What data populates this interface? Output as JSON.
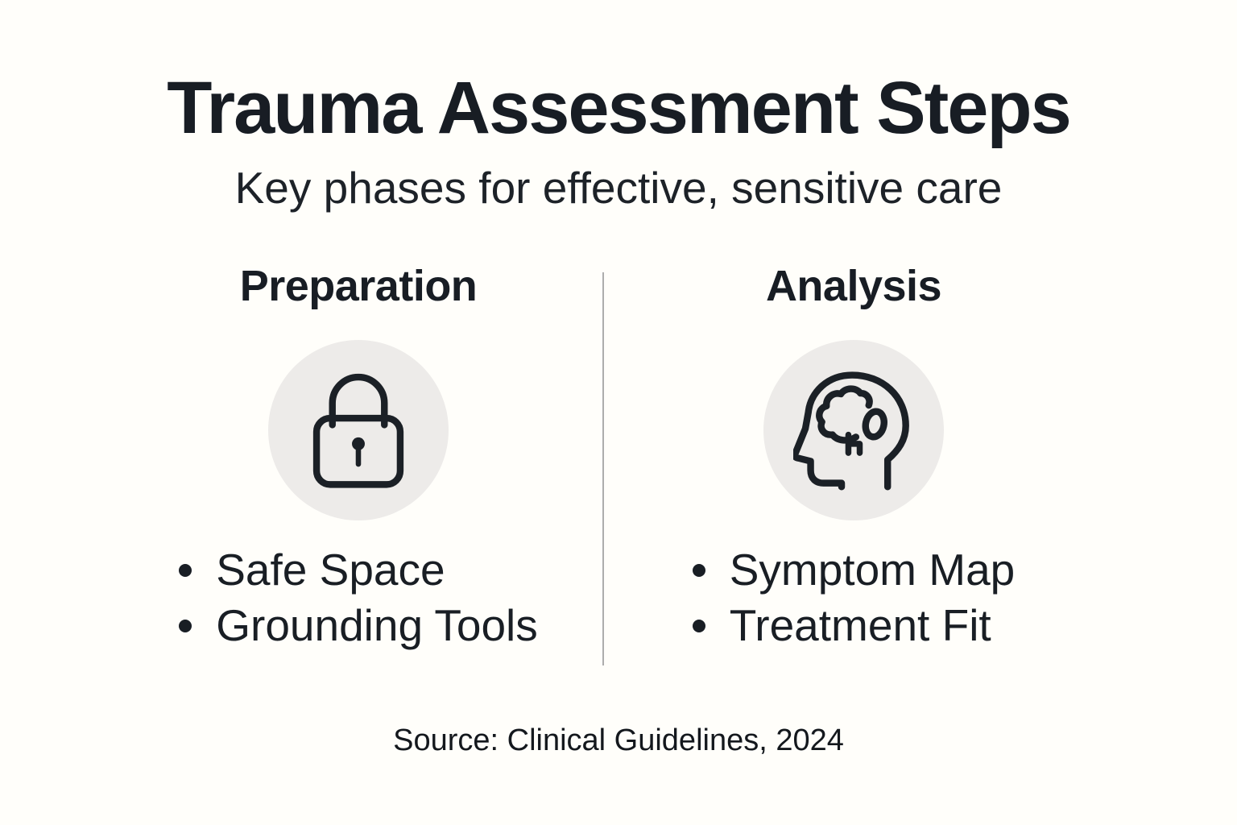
{
  "infographic": {
    "title": "Trauma Assessment Steps",
    "subtitle": "Key phases for effective, sensitive care",
    "source": "Source: Clinical Guidelines, 2024",
    "columns": [
      {
        "heading": "Preparation",
        "icon": "lock-icon",
        "bullets": [
          "Safe Space",
          "Grounding Tools"
        ]
      },
      {
        "heading": "Analysis",
        "icon": "head-brain-icon",
        "bullets": [
          "Symptom Map",
          "Treatment Fit"
        ]
      }
    ],
    "colors": {
      "background": "#fffefa",
      "text": "#191e24",
      "icon_circle": "#edebe9",
      "divider": "#adadad"
    }
  }
}
